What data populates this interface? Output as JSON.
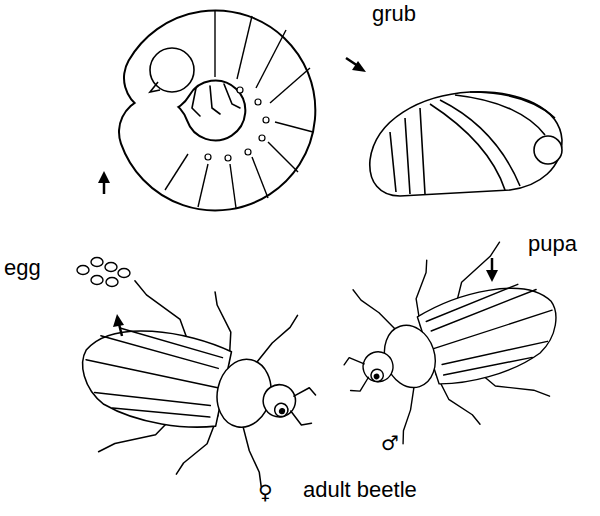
{
  "diagram": {
    "labels": [
      "grub",
      "pupa",
      "egg",
      "♂",
      "♀",
      "adult beetle"
    ]
  }
}
